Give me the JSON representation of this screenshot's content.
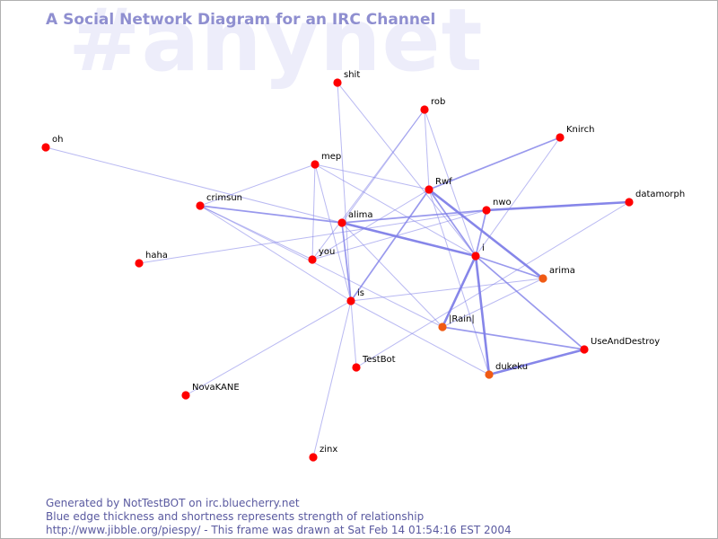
{
  "title": "A Social Network Diagram for an IRC Channel",
  "channel": "#anynet",
  "colors": {
    "edge": "#8080e8",
    "node": "#ff0000",
    "node_alt": "#f05a14",
    "title": "#8f8fd0",
    "watermark": "#ededfa",
    "footer": "#5a5aa0"
  },
  "nodes": [
    {
      "id": "shit",
      "label": "shit",
      "color": "#ff0000"
    },
    {
      "id": "rob",
      "label": "rob",
      "color": "#ff0000"
    },
    {
      "id": "Knirch",
      "label": "Knirch",
      "color": "#ff0000"
    },
    {
      "id": "oh",
      "label": "oh",
      "color": "#ff0000"
    },
    {
      "id": "mep",
      "label": "mep",
      "color": "#ff0000"
    },
    {
      "id": "Rwf",
      "label": "Rwf",
      "color": "#ff0000"
    },
    {
      "id": "datamorph",
      "label": "datamorph",
      "color": "#ff0000"
    },
    {
      "id": "crimsun",
      "label": "crimsun",
      "color": "#ff0000"
    },
    {
      "id": "nwo",
      "label": "nwo",
      "color": "#ff0000"
    },
    {
      "id": "alima",
      "label": "alima",
      "color": "#ff0000"
    },
    {
      "id": "i",
      "label": "i",
      "color": "#ff0000"
    },
    {
      "id": "haha",
      "label": "haha",
      "color": "#ff0000"
    },
    {
      "id": "you",
      "label": "you",
      "color": "#ff0000"
    },
    {
      "id": "arima",
      "label": "arima",
      "color": "#f05a14"
    },
    {
      "id": "is",
      "label": "is",
      "color": "#ff0000"
    },
    {
      "id": "Rain",
      "label": "|Rain|",
      "color": "#f05a14"
    },
    {
      "id": "UseAndDestroy",
      "label": "UseAndDestroy",
      "color": "#ff0000"
    },
    {
      "id": "TestBot",
      "label": "TestBot",
      "color": "#ff0000"
    },
    {
      "id": "dukeku",
      "label": "dukeku",
      "color": "#f05a14"
    },
    {
      "id": "NovaKANE",
      "label": "NovaKANE",
      "color": "#ff0000"
    },
    {
      "id": "zinx",
      "label": "zinx",
      "color": "#ff0000"
    }
  ],
  "edges": [
    {
      "source": "i",
      "target": "Rain",
      "weight": 3
    },
    {
      "source": "i",
      "target": "dukeku",
      "weight": 3
    },
    {
      "source": "alima",
      "target": "i",
      "weight": 3
    },
    {
      "source": "Rwf",
      "target": "arima",
      "weight": 3
    },
    {
      "source": "nwo",
      "target": "datamorph",
      "weight": 3
    },
    {
      "source": "dukeku",
      "target": "UseAndDestroy",
      "weight": 3
    },
    {
      "source": "Rwf",
      "target": "i",
      "weight": 2
    },
    {
      "source": "i",
      "target": "arima",
      "weight": 2
    },
    {
      "source": "alima",
      "target": "is",
      "weight": 2
    },
    {
      "source": "crimsun",
      "target": "alima",
      "weight": 2
    },
    {
      "source": "Rain",
      "target": "UseAndDestroy",
      "weight": 2
    },
    {
      "source": "i",
      "target": "UseAndDestroy",
      "weight": 2
    },
    {
      "source": "Rwf",
      "target": "Knirch",
      "weight": 2
    },
    {
      "source": "Rwf",
      "target": "is",
      "weight": 2
    },
    {
      "source": "alima",
      "target": "nwo",
      "weight": 2
    },
    {
      "source": "nwo",
      "target": "i",
      "weight": 2
    },
    {
      "source": "i",
      "target": "Knirch",
      "weight": 1
    },
    {
      "source": "shit",
      "target": "is",
      "weight": 1
    },
    {
      "source": "shit",
      "target": "i",
      "weight": 1
    },
    {
      "source": "rob",
      "target": "Rwf",
      "weight": 1
    },
    {
      "source": "rob",
      "target": "alima",
      "weight": 1
    },
    {
      "source": "rob",
      "target": "you",
      "weight": 1
    },
    {
      "source": "rob",
      "target": "i",
      "weight": 1
    },
    {
      "source": "oh",
      "target": "alima",
      "weight": 1
    },
    {
      "source": "mep",
      "target": "crimsun",
      "weight": 1
    },
    {
      "source": "mep",
      "target": "you",
      "weight": 1
    },
    {
      "source": "mep",
      "target": "is",
      "weight": 1
    },
    {
      "source": "mep",
      "target": "i",
      "weight": 1
    },
    {
      "source": "mep",
      "target": "Rwf",
      "weight": 1
    },
    {
      "source": "crimsun",
      "target": "you",
      "weight": 1
    },
    {
      "source": "crimsun",
      "target": "is",
      "weight": 1
    },
    {
      "source": "crimsun",
      "target": "Rain",
      "weight": 1
    },
    {
      "source": "Rwf",
      "target": "you",
      "weight": 1
    },
    {
      "source": "Rwf",
      "target": "dukeku",
      "weight": 1
    },
    {
      "source": "haha",
      "target": "nwo",
      "weight": 1
    },
    {
      "source": "you",
      "target": "nwo",
      "weight": 1
    },
    {
      "source": "alima",
      "target": "Rain",
      "weight": 1
    },
    {
      "source": "is",
      "target": "arima",
      "weight": 1
    },
    {
      "source": "is",
      "target": "dukeku",
      "weight": 1
    },
    {
      "source": "is",
      "target": "NovaKANE",
      "weight": 1
    },
    {
      "source": "is",
      "target": "zinx",
      "weight": 1
    },
    {
      "source": "is",
      "target": "TestBot",
      "weight": 1
    },
    {
      "source": "TestBot",
      "target": "datamorph",
      "weight": 1
    },
    {
      "source": "arima",
      "target": "Rain",
      "weight": 1
    }
  ],
  "footer": {
    "line1": "Generated by NotTestBOT on irc.bluecherry.net",
    "line2": "Blue edge thickness and shortness represents strength of relationship",
    "line3": "http://www.jibble.org/piespy/ - This frame was drawn at Sat Feb 14 01:54:16 EST 2004"
  }
}
